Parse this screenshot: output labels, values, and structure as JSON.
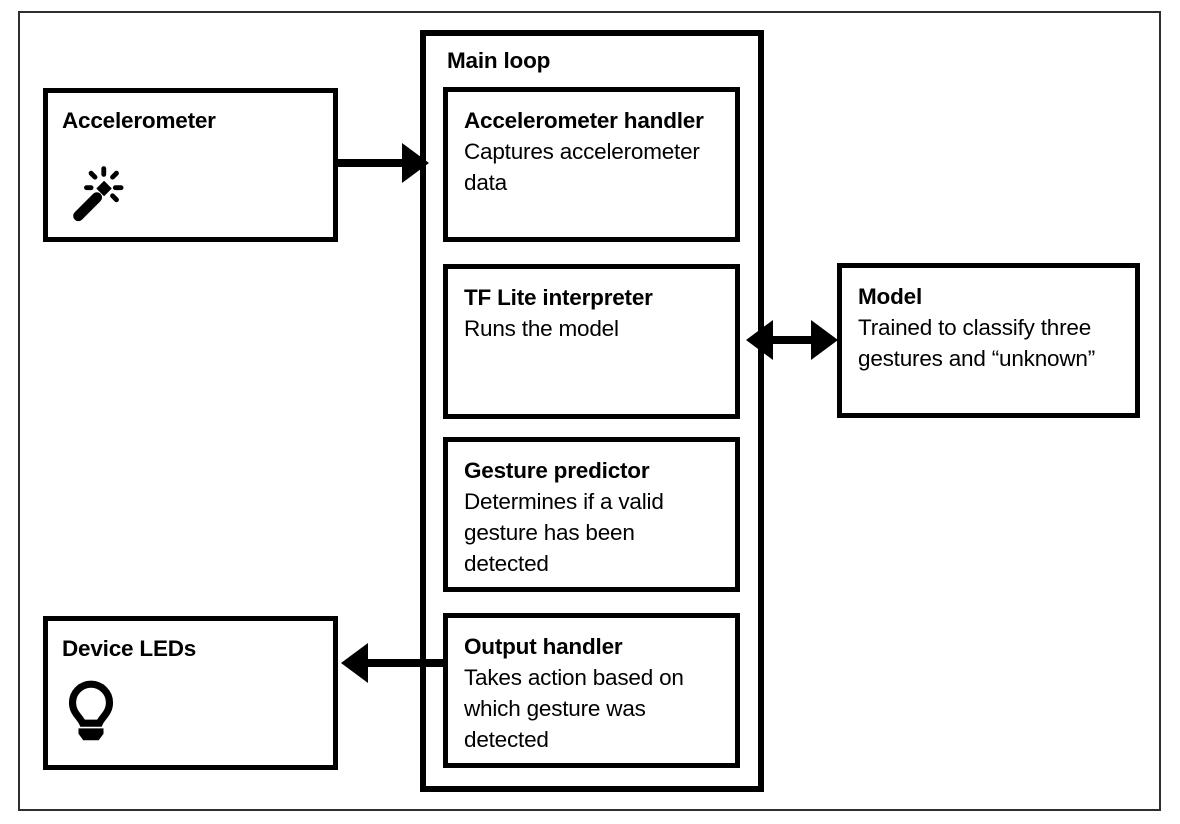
{
  "accelerometer": {
    "title": "Accelerometer"
  },
  "main_loop": {
    "title": "Main loop",
    "steps": [
      {
        "title": "Accelerometer handler",
        "description": "Captures accelerometer data"
      },
      {
        "title": "TF Lite interpreter",
        "description": "Runs the model"
      },
      {
        "title": "Gesture predictor",
        "description": "Determines if a valid gesture has been detected"
      },
      {
        "title": "Output handler",
        "description": "Takes action based on which gesture was detected"
      }
    ]
  },
  "model": {
    "title": "Model",
    "description": "Trained to classify three gestures and “unknown”"
  },
  "device_leds": {
    "title": "Device LEDs"
  },
  "icons": {
    "accelerometer": "magic-wand-icon",
    "device_leds": "lightbulb-icon"
  },
  "arrows": [
    {
      "from": "accelerometer",
      "to": "main_loop",
      "direction": "right"
    },
    {
      "from": "main_loop",
      "to": "model",
      "direction": "both"
    },
    {
      "from": "main_loop",
      "to": "device_leds",
      "direction": "left"
    }
  ],
  "colors": {
    "box_border": "#000000",
    "frame_border": "#2e2e2e",
    "background": "#ffffff",
    "text": "#000000"
  }
}
